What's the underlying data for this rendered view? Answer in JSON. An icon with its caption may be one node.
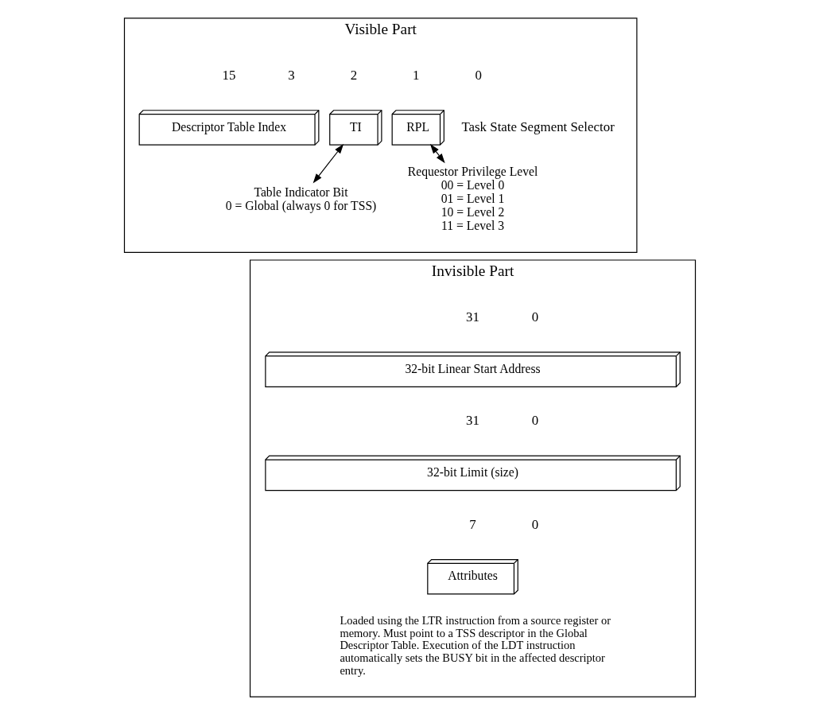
{
  "diagram": {
    "nodes": [
      {
        "text": [
          "Visible Part"
        ]
      },
      {
        "text": [
          "Descriptor Table Index"
        ],
        "in": 0
      },
      {
        "text": [
          "TI"
        ],
        "in": 0
      },
      {
        "text": [
          "RPL"
        ],
        "in": 0
      },
      {
        "text": [
          "Table Indicator Bit",
          "0 = Global (always 0 for TSS)"
        ],
        "in": 0
      },
      {
        "text": [
          "Requestor Privilege Level",
          "00 = Level 0",
          "01 = Level 1",
          "10 = Level 2",
          "11 = Level 3"
        ],
        "in": 0
      },
      {
        "text": [
          "Invisible Part"
        ]
      },
      {
        "text": [
          "32-bit Linear Start Address"
        ],
        "in": 6
      },
      {
        "text": [
          "32-bit Limit (size)"
        ],
        "in": 6
      },
      {
        "text": [
          "Attributes"
        ],
        "in": 6
      }
    ],
    "edges": [
      {
        "from": 2,
        "to": 4,
        "arrow": "both"
      },
      {
        "from": 3,
        "to": 5,
        "arrow": "both"
      }
    ],
    "labels": [
      "15",
      "3",
      "2",
      "1",
      "0",
      "Task State Segment Selector",
      "31",
      "0",
      "31",
      "0",
      "7",
      "0",
      "Loaded using the LTR instruction from a source register or memory. Must point to a TSS descriptor in the Global Descriptor Table. Execution of the LDT instruction automatically sets the BUSY bit in the affected descriptor entry."
    ]
  }
}
